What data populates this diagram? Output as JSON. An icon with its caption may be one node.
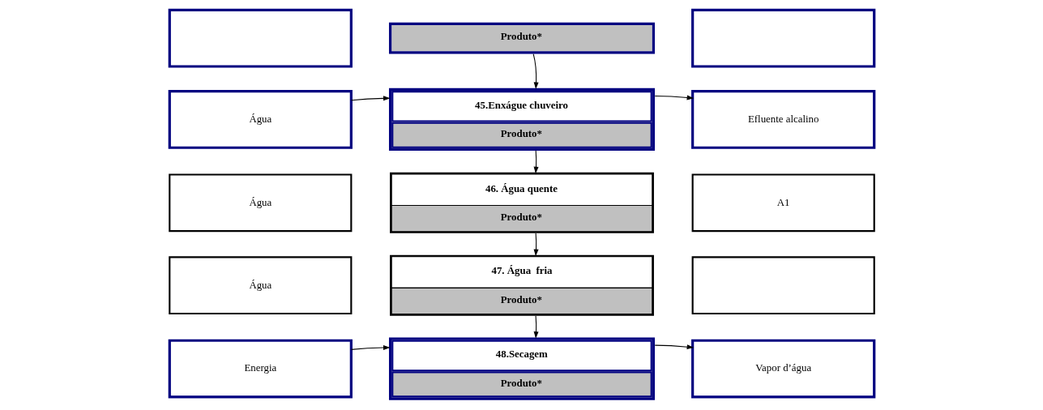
{
  "diagram": {
    "nodes": [
      {
        "text": [],
        "shape": "box"
      },
      {
        "text": [
          "Produto*"
        ]
      },
      {
        "text": [],
        "shape": "box"
      },
      {
        "text": [
          "Água"
        ]
      },
      {
        "text": [
          "45.Enxágue chuveiro",
          "Produto*"
        ]
      },
      {
        "text": [
          "Efluente alcalino"
        ]
      },
      {
        "text": [
          "Água"
        ]
      },
      {
        "text": [
          "46. Água quente",
          "Produto*"
        ]
      },
      {
        "text": [
          "A1"
        ]
      },
      {
        "text": [
          "Água"
        ]
      },
      {
        "text": [
          "47. Água  fria",
          "Produto*"
        ]
      },
      {
        "text": [],
        "shape": "box"
      },
      {
        "text": [
          "Energia"
        ]
      },
      {
        "text": [
          "48.Secagem",
          "Produto*"
        ]
      },
      {
        "text": [
          "Vapor d’água"
        ]
      }
    ],
    "edges": [
      {
        "from": 1,
        "to": 4,
        "arrow": "to"
      },
      {
        "from": 3,
        "to": 4,
        "arrow": "to"
      },
      {
        "from": 4,
        "to": 5,
        "arrow": "to"
      },
      {
        "from": 4,
        "to": 7,
        "arrow": "to"
      },
      {
        "from": 7,
        "to": 10,
        "arrow": "to"
      },
      {
        "from": 10,
        "to": 13,
        "arrow": "to"
      },
      {
        "from": 12,
        "to": 13,
        "arrow": "to"
      },
      {
        "from": 13,
        "to": 14,
        "arrow": "to"
      }
    ]
  }
}
